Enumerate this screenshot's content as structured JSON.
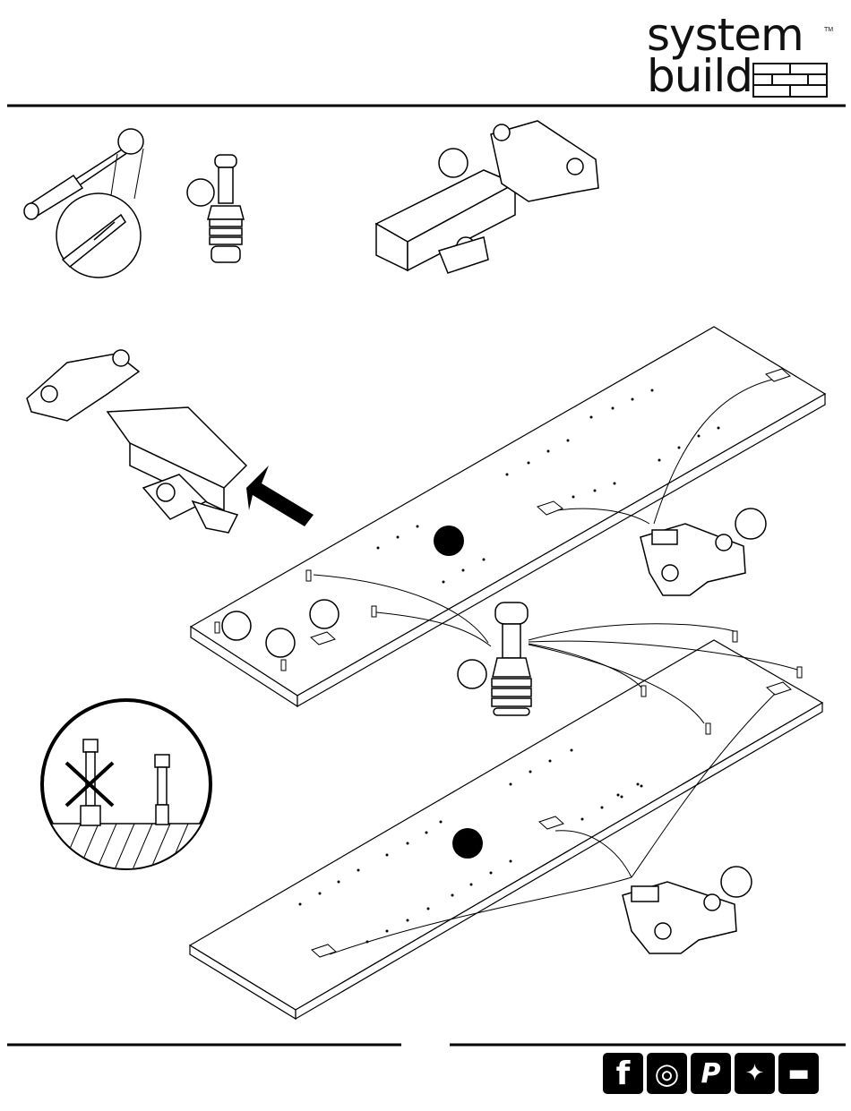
{
  "brand": {
    "line1": "system",
    "line2": "build",
    "trademark": "TM"
  },
  "social_icons": [
    {
      "name": "facebook-icon",
      "glyph": "f"
    },
    {
      "name": "instagram-icon",
      "glyph": "◎"
    },
    {
      "name": "pinterest-icon",
      "glyph": "P"
    },
    {
      "name": "twitter-icon",
      "glyph": "✦"
    },
    {
      "name": "youtube-icon",
      "glyph": "▬"
    }
  ],
  "colors": {
    "ink": "#000000",
    "paper": "#ffffff"
  }
}
